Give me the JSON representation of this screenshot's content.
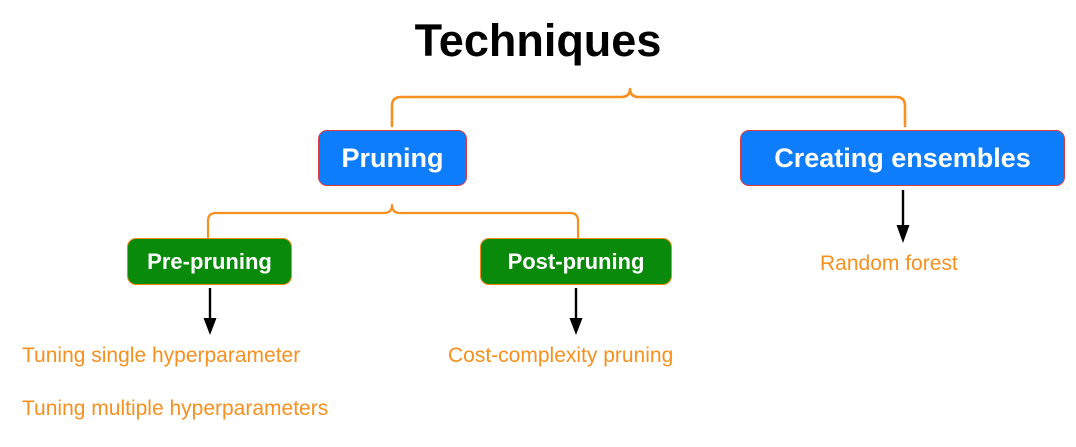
{
  "diagram": {
    "title": "Techniques",
    "type": "hierarchy-tree",
    "colors": {
      "title_text": "#000000",
      "blue_box_fill": "#0d7dfc",
      "blue_box_border": "#e03a3a",
      "green_box_fill": "#0a8a0a",
      "green_box_border": "#f08a12",
      "box_text": "#ffffff",
      "leaf_text": "#f7901e",
      "brace": "#f7901e",
      "arrow": "#000000",
      "background": "#ffffff"
    },
    "nodes": {
      "pruning": "Pruning",
      "ensembles": "Creating ensembles",
      "prepruning": "Pre-pruning",
      "postpruning": "Post-pruning"
    },
    "leaves": {
      "random_forest": "Random forest",
      "tuning_single": "Tuning single hyperparameter",
      "tuning_multiple": "Tuning multiple hyperparameters",
      "cost_complexity": "Cost-complexity pruning"
    },
    "connectors": [
      {
        "name": "brace-techniques",
        "kind": "curly-brace",
        "from": "Techniques",
        "to": [
          "Pruning",
          "Creating ensembles"
        ]
      },
      {
        "name": "brace-pruning",
        "kind": "curly-brace",
        "from": "Pruning",
        "to": [
          "Pre-pruning",
          "Post-pruning"
        ]
      },
      {
        "name": "arrow-prepruning",
        "kind": "arrow-down",
        "from": "Pre-pruning",
        "to": "Tuning single hyperparameter"
      },
      {
        "name": "arrow-postpruning",
        "kind": "arrow-down",
        "from": "Post-pruning",
        "to": "Cost-complexity pruning"
      },
      {
        "name": "arrow-ensembles",
        "kind": "arrow-down",
        "from": "Creating ensembles",
        "to": "Random forest"
      }
    ]
  }
}
